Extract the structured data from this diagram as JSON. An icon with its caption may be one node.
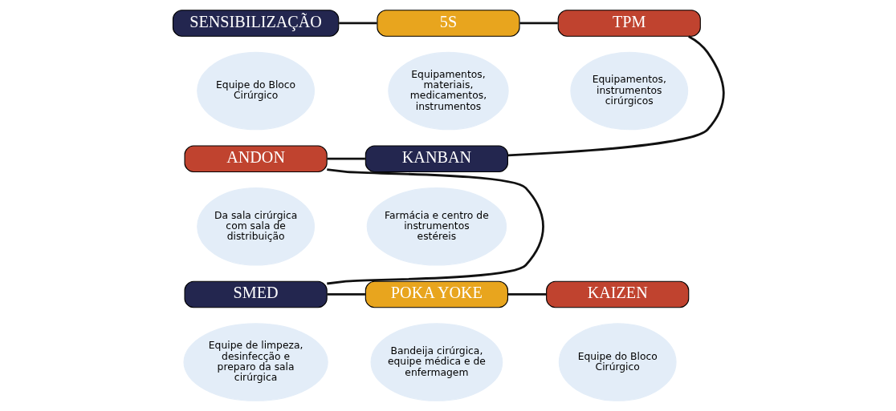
{
  "diagram": {
    "nodes": [
      {
        "text": [
          "SENSIBILIZAÇÃO"
        ]
      },
      {
        "text": [
          "Equipe do Bloco Cirúrgico"
        ]
      },
      {
        "text": [
          "5S"
        ]
      },
      {
        "text": [
          "Equipamentos, materiais, medicamentos, instrumentos"
        ]
      },
      {
        "text": [
          "TPM"
        ]
      },
      {
        "text": [
          "Equipamentos, instrumentos cirúrgicos"
        ]
      },
      {
        "text": [
          "ANDON"
        ]
      },
      {
        "text": [
          "Da sala cirúrgica com sala de distribuição"
        ]
      },
      {
        "text": [
          "KANBAN"
        ]
      },
      {
        "text": [
          "Farmácia e centro de instrumentos estéreis"
        ]
      },
      {
        "text": [
          "SMED"
        ]
      },
      {
        "text": [
          "Equipe de limpeza, desinfecção e preparo da sala cirúrgica"
        ]
      },
      {
        "text": [
          "POKA YOKE"
        ]
      },
      {
        "text": [
          "Bandeija cirúrgica, equipe médica e de enfermagem"
        ]
      },
      {
        "text": [
          "KAIZEN"
        ]
      },
      {
        "text": [
          "Equipe do Bloco Cirúrgico"
        ]
      }
    ],
    "edges": [
      {
        "from": 0,
        "to": 2,
        "arrow": "none"
      },
      {
        "from": 2,
        "to": 4,
        "arrow": "none"
      },
      {
        "from": 4,
        "to": 8,
        "arrow": "none"
      },
      {
        "from": 8,
        "to": 6,
        "arrow": "none"
      },
      {
        "from": 6,
        "to": 10,
        "arrow": "none"
      },
      {
        "from": 10,
        "to": 12,
        "arrow": "none"
      },
      {
        "from": 12,
        "to": 14,
        "arrow": "none"
      }
    ]
  }
}
